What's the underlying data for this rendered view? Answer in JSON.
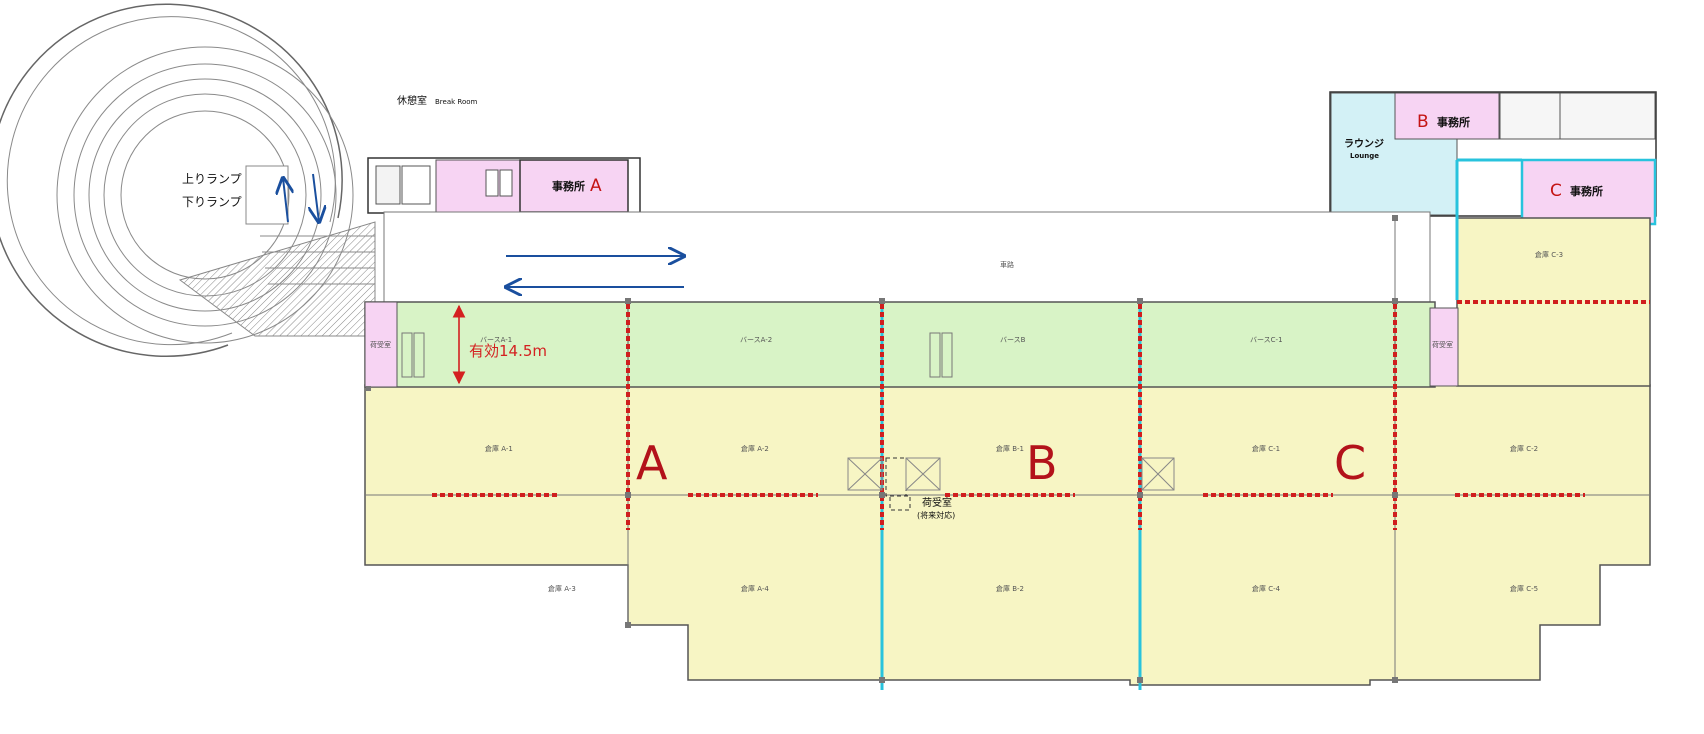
{
  "ramp": {
    "up": "上りランプ",
    "down": "下りランプ"
  },
  "rooms": {
    "break_room_jp": "休憩室",
    "break_room_en": "Break Room",
    "office_a_jp": "事務所",
    "office_a_letter": "A",
    "office_b_letter": "B",
    "office_b_jp": "事務所",
    "office_c_letter": "C",
    "office_c_jp": "事務所",
    "lounge_jp": "ラウンジ",
    "lounge_en": "Lounge",
    "receiving_jp": "荷受室",
    "receiving_note": "(将来対応)"
  },
  "small_labels": {
    "passage": "車路",
    "berth_a1": "バースA-1",
    "berth_a2": "バースA-2",
    "berth_b": "バースB",
    "berth_c1": "バースC-1",
    "wh_a1": "倉庫 A-1",
    "wh_a2": "倉庫 A-2",
    "wh_a3": "倉庫 A-3",
    "wh_a4": "倉庫 A-4",
    "wh_b1": "倉庫 B-1",
    "wh_b2": "倉庫 B-2",
    "wh_c1": "倉庫 C-1",
    "wh_c2": "倉庫 C-2",
    "wh_c3": "倉庫 C-3",
    "wh_c4": "倉庫 C-4",
    "wh_c5": "倉庫 C-5",
    "side_left": "荷受室",
    "side_right": "荷受室"
  },
  "annotation": {
    "effective_depth": "有効14.5m"
  },
  "zones": {
    "a": "A",
    "b": "B",
    "c": "C"
  },
  "colors": {
    "warehouse": "#f7f5c4",
    "berth": "#d8f3c6",
    "office": "#f7d4f3",
    "lounge": "#d3f1f6",
    "cyan_line": "#28c3dd",
    "red_dash": "#d01e1e",
    "blue_arrow": "#1a4f9e",
    "red_letter": "#b3121a"
  }
}
